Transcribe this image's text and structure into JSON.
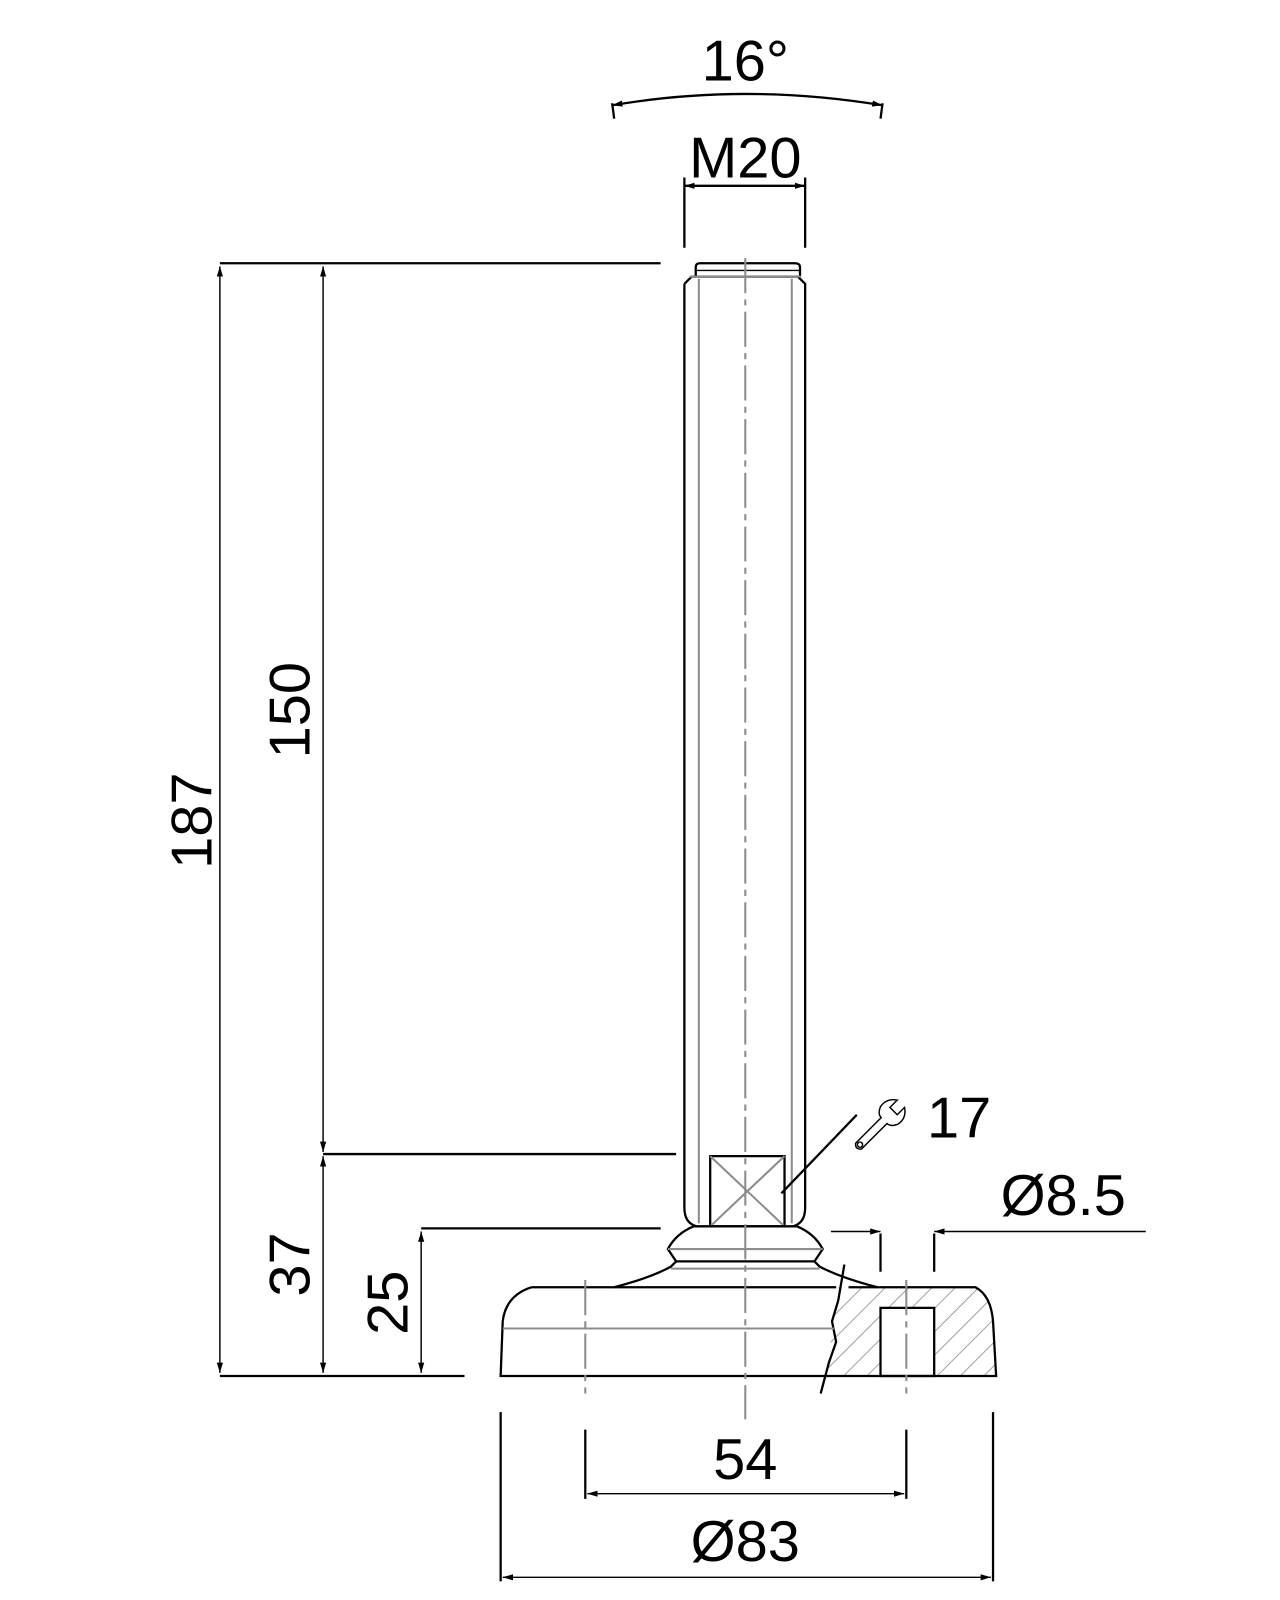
{
  "drawing": {
    "title": "",
    "dimensions": {
      "tilt_angle": "16°",
      "thread": "M20",
      "overall_height": "187",
      "thread_length": "150",
      "base_height": "37",
      "foot_height": "25",
      "wrench_size": "17",
      "hole_diameter": "Ø8.5",
      "hole_spacing": "54",
      "base_diameter": "Ø83"
    },
    "colors": {
      "line": "#000000",
      "hidden_and_center": "#8c8c8c"
    }
  }
}
